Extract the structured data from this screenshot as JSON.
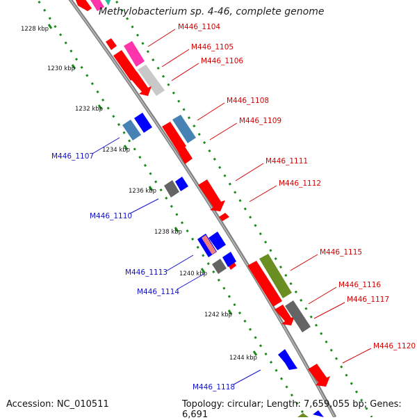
{
  "title": "Methylobacterium sp. 4-46, complete genome",
  "footer": {
    "accession": "Accession: NC_010511",
    "summary": "Topology: circular; Length: 7,659,055 bp; Genes: 6,691"
  },
  "tick_labels": [
    "1228 kbp",
    "1230 kbp",
    "1232 kbp",
    "1234 kbp",
    "1236 kbp",
    "1238 kbp",
    "1240 kbp",
    "1242 kbp",
    "1244 kbp"
  ],
  "genes": [
    {
      "id": "M446_1104",
      "strand": "forward",
      "color": "#ff33aa"
    },
    {
      "id": "M446_1105",
      "strand": "forward",
      "color": "#ff0000"
    },
    {
      "id": "M446_1106",
      "strand": "forward",
      "color": "#c8c8c8"
    },
    {
      "id": "M446_1107",
      "strand": "reverse",
      "color": "#4682b4"
    },
    {
      "id": "M446_1108",
      "strand": "forward",
      "color": "#ff0000"
    },
    {
      "id": "M446_1109",
      "strand": "forward",
      "color": "#4682b4"
    },
    {
      "id": "M446_1110",
      "strand": "reverse",
      "color": "#646464"
    },
    {
      "id": "M446_1111",
      "strand": "forward",
      "color": "#ff0000"
    },
    {
      "id": "M446_1112",
      "strand": "forward",
      "color": "#ff0000"
    },
    {
      "id": "M446_1113",
      "strand": "reverse",
      "color": "#f08080"
    },
    {
      "id": "M446_1114",
      "strand": "reverse",
      "color": "#646464"
    },
    {
      "id": "M446_1115",
      "strand": "forward",
      "color": "#6b8e23"
    },
    {
      "id": "M446_1116",
      "strand": "forward",
      "color": "#ff0000"
    },
    {
      "id": "M446_1117",
      "strand": "forward",
      "color": "#646464"
    },
    {
      "id": "M446_1118",
      "strand": "reverse",
      "color": "#0000ff"
    },
    {
      "id": "M446_1120",
      "strand": "forward",
      "color": "#ff0000"
    }
  ],
  "colors": {
    "backbone": "#808080",
    "gc_dots": "#1a8a1a",
    "forward_label": "#d40000",
    "reverse_label": "#1010c8"
  }
}
